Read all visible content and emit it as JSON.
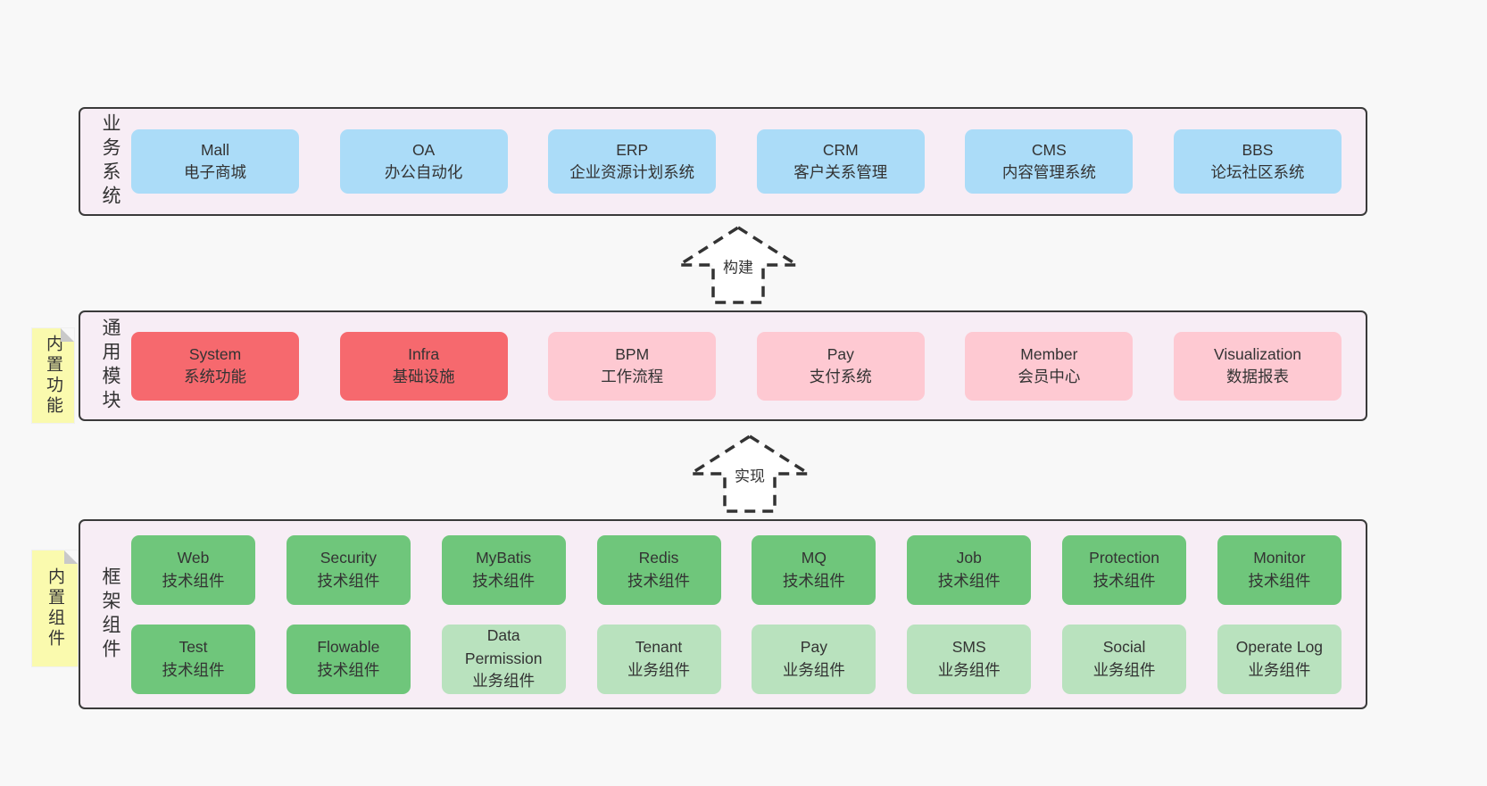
{
  "colors": {
    "page_bg": "#f8f8f8",
    "band_bg": "#f7edf5",
    "band_border": "#3a3a3a",
    "box_blue": "#abdcf8",
    "box_red": "#f6696e",
    "box_pink": "#fec9d2",
    "box_green": "#6fc67b",
    "box_green_light": "#b9e2be",
    "sticky_yellow": "#fafaae"
  },
  "arrows": [
    {
      "label": "构建"
    },
    {
      "label": "实现"
    }
  ],
  "bands": [
    {
      "label": "业务系统",
      "boxes": [
        {
          "title": "Mall",
          "subtitle": "电子商城"
        },
        {
          "title": "OA",
          "subtitle": "办公自动化"
        },
        {
          "title": "ERP",
          "subtitle": "企业资源计划系统"
        },
        {
          "title": "CRM",
          "subtitle": "客户关系管理"
        },
        {
          "title": "CMS",
          "subtitle": "内容管理系统"
        },
        {
          "title": "BBS",
          "subtitle": "论坛社区系统"
        }
      ]
    },
    {
      "label": "通用模块",
      "sticky": "内置功能",
      "boxes": [
        {
          "title": "System",
          "subtitle": "系统功能"
        },
        {
          "title": "Infra",
          "subtitle": "基础设施"
        },
        {
          "title": "BPM",
          "subtitle": "工作流程"
        },
        {
          "title": "Pay",
          "subtitle": "支付系统"
        },
        {
          "title": "Member",
          "subtitle": "会员中心"
        },
        {
          "title": "Visualization",
          "subtitle": "数据报表"
        }
      ]
    },
    {
      "label": "框架组件",
      "sticky": "内置组件",
      "rows": [
        [
          {
            "title": "Web",
            "subtitle": "技术组件"
          },
          {
            "title": "Security",
            "subtitle": "技术组件"
          },
          {
            "title": "MyBatis",
            "subtitle": "技术组件"
          },
          {
            "title": "Redis",
            "subtitle": "技术组件"
          },
          {
            "title": "MQ",
            "subtitle": "技术组件"
          },
          {
            "title": "Job",
            "subtitle": "技术组件"
          },
          {
            "title": "Protection",
            "subtitle": "技术组件"
          },
          {
            "title": "Monitor",
            "subtitle": "技术组件"
          }
        ],
        [
          {
            "title": "Test",
            "subtitle": "技术组件"
          },
          {
            "title": "Flowable",
            "subtitle": "技术组件"
          },
          {
            "title": "Data Permission",
            "subtitle": "业务组件"
          },
          {
            "title": "Tenant",
            "subtitle": "业务组件"
          },
          {
            "title": "Pay",
            "subtitle": "业务组件"
          },
          {
            "title": "SMS",
            "subtitle": "业务组件"
          },
          {
            "title": "Social",
            "subtitle": "业务组件"
          },
          {
            "title": "Operate Log",
            "subtitle": "业务组件"
          }
        ]
      ]
    }
  ]
}
